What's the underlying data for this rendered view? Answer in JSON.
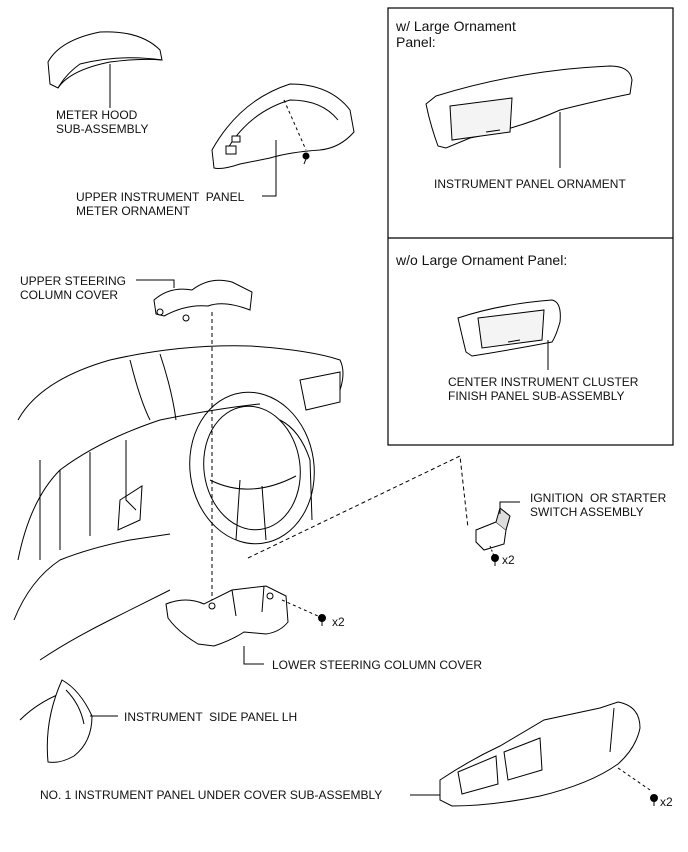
{
  "panels": {
    "large_ornament": {
      "title": "w/ Large Ornament\nPanel:",
      "part_label": "INSTRUMENT PANEL ORNAMENT"
    },
    "no_large_ornament": {
      "title": "w/o Large Ornament Panel:",
      "part_label": "CENTER INSTRUMENT CLUSTER\nFINISH PANEL SUB-ASSEMBLY"
    }
  },
  "parts": {
    "meter_hood": "METER HOOD\nSUB-ASSEMBLY",
    "upper_meter_ornament": "UPPER INSTRUMENT  PANEL\nMETER ORNAMENT",
    "upper_column_cover": "UPPER STEERING\nCOLUMN COVER",
    "ignition_switch": "IGNITION  OR STARTER\nSWITCH ASSEMBLY",
    "lower_column_cover": "LOWER STEERING COLUMN COVER",
    "side_panel_lh": "INSTRUMENT  SIDE PANEL LH",
    "under_cover": "NO. 1 INSTRUMENT PANEL UNDER COVER SUB-ASSEMBLY"
  },
  "quantities": {
    "ignition_screws": "x2",
    "lower_cover_screws": "x2",
    "under_cover_screws": "x2"
  },
  "icons": [
    "screw-icon"
  ]
}
